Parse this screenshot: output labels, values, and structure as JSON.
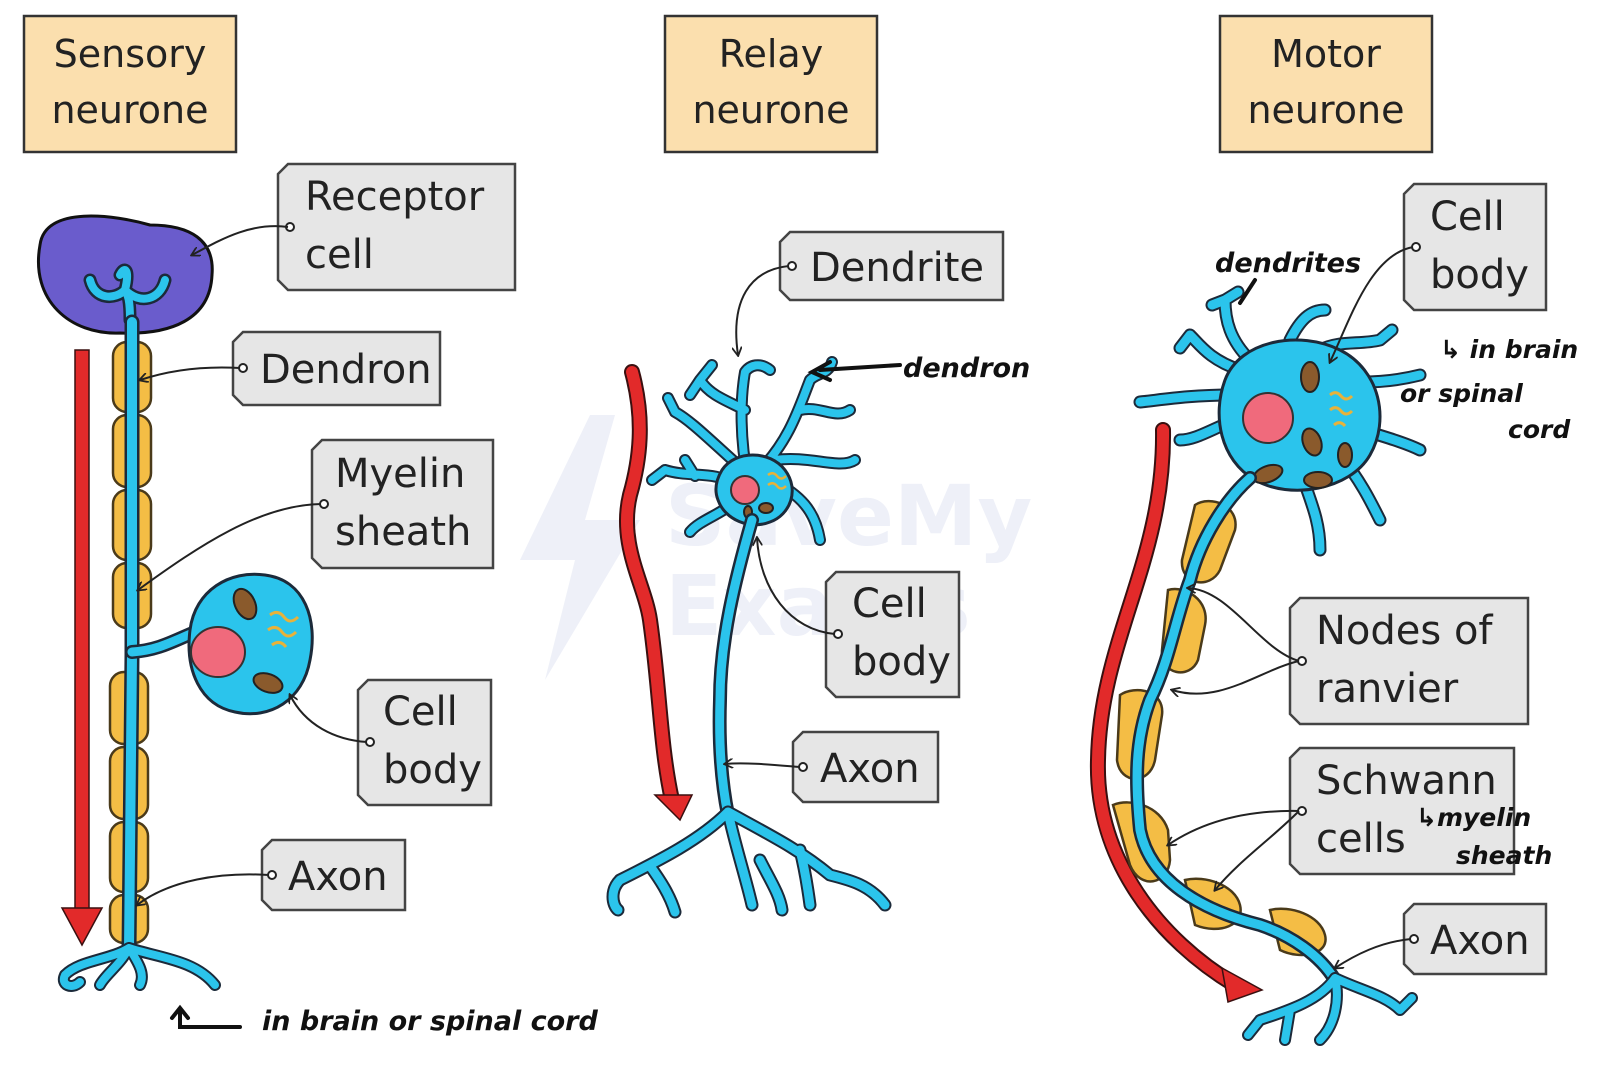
{
  "headers": {
    "sensory": [
      "Sensory",
      "neurone"
    ],
    "relay": [
      "Relay",
      "neurone"
    ],
    "motor": [
      "Motor",
      "neurone"
    ]
  },
  "watermark": [
    "SaveMy",
    "Exams"
  ],
  "sensory": {
    "receptor_cell": [
      "Receptor",
      "cell"
    ],
    "dendron": "Dendron",
    "myelin_sheath": [
      "Myelin",
      "sheath"
    ],
    "cell_body": [
      "Cell",
      "body"
    ],
    "axon": "Axon",
    "note_brain": "in brain or spinal cord"
  },
  "relay": {
    "dendrite": "Dendrite",
    "dendron_note": "dendron",
    "cell_body": [
      "Cell",
      "body"
    ],
    "axon": "Axon"
  },
  "motor": {
    "dendrites_note": "dendrites",
    "cell_body": [
      "Cell",
      "body"
    ],
    "brain_note": [
      "↳ in brain",
      "or spinal",
      "cord"
    ],
    "nodes_of_ranvier": [
      "Nodes of",
      "ranvier"
    ],
    "schwann_cells": [
      "Schwann",
      "cells"
    ],
    "myelin_note": [
      "↳myelin",
      "sheath"
    ],
    "axon": "Axon"
  },
  "colors": {
    "neurone": "#2bc4ec",
    "myelin": "#f4bd45",
    "nucleus": "#f06a7c",
    "receptor": "#6a5ccc",
    "arrow": "#e22a2a",
    "header_box": "#fbdfae",
    "label_tag": "#e6e6e6"
  }
}
